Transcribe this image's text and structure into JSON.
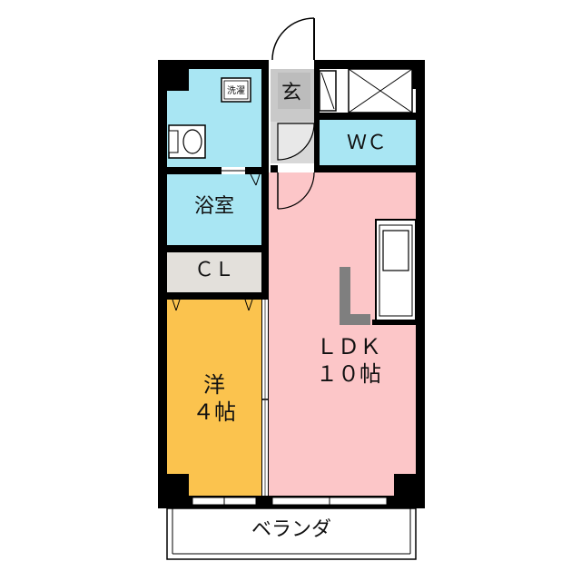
{
  "floor_plan": {
    "rooms": {
      "ldk": {
        "name": "ＬＤＫ",
        "size": "１０帖",
        "color": "#fcc6c8"
      },
      "western": {
        "name": "洋",
        "size": "４帖",
        "color": "#fbc34e"
      },
      "bath": {
        "name": "浴室",
        "color": "#a9e6f3"
      },
      "washroom": {
        "color": "#a9e6f3"
      },
      "closet": {
        "name": "ＣＬ",
        "color": "#e3e0db"
      },
      "toilet": {
        "name": "ＷＣ",
        "color": "#a9e6f3"
      },
      "entrance": {
        "name": "玄",
        "color": "#c9c9c9"
      },
      "balcony": {
        "name": "ベランダ"
      }
    },
    "fixtures": {
      "washing_machine": "洗濯"
    },
    "colors": {
      "wall": "#000000",
      "kitchen_counter": "#7f7f7f"
    }
  }
}
